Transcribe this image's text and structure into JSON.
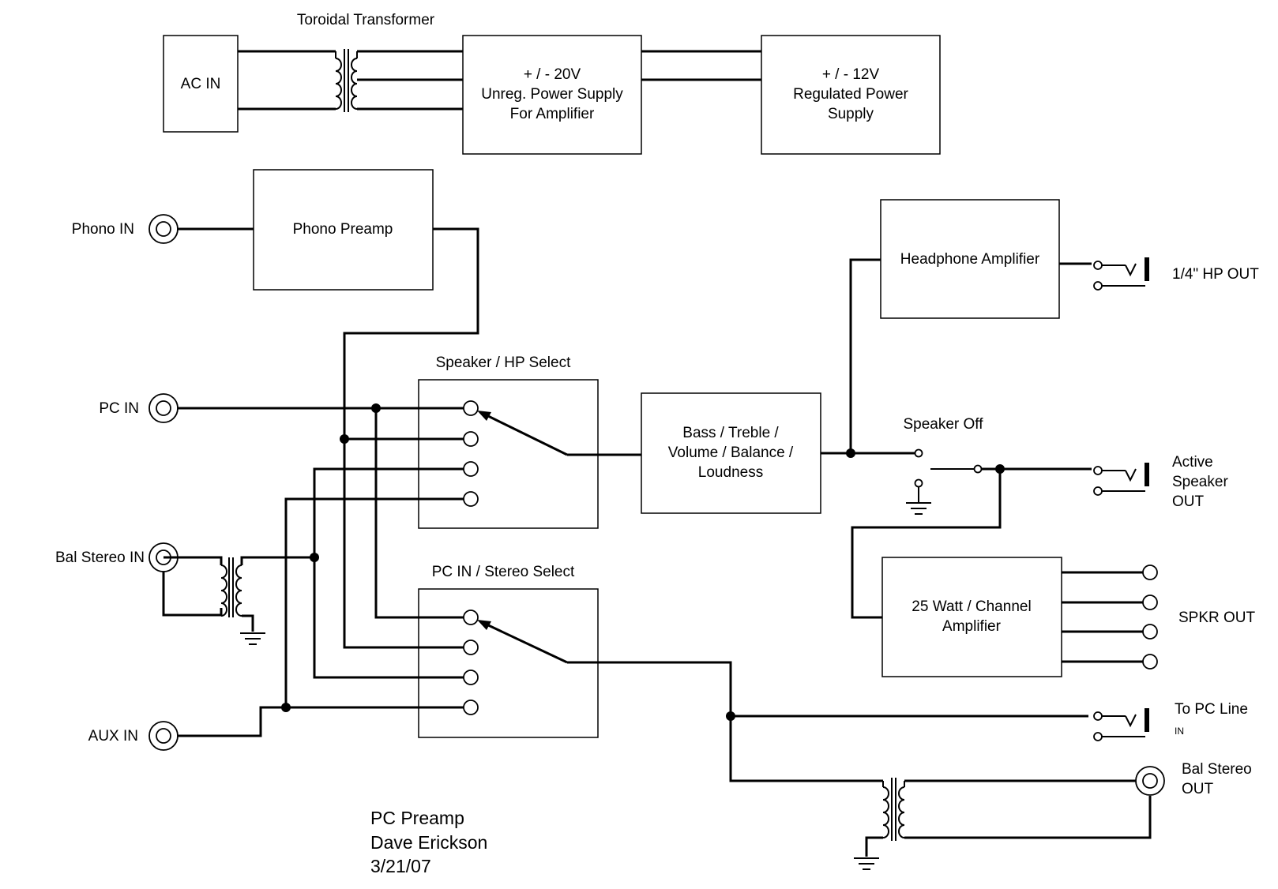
{
  "power": {
    "transformer_label": "Toroidal Transformer",
    "ac_in": "AC IN",
    "unreg": [
      "+ / -  20V",
      "Unreg. Power Supply",
      "For Amplifier"
    ],
    "reg": [
      "+ / -  12V",
      "Regulated Power",
      "Supply"
    ]
  },
  "inputs": {
    "phono": "Phono IN",
    "pc": "PC IN",
    "bal_stereo": "Bal Stereo IN",
    "aux": "AUX IN"
  },
  "blocks": {
    "phono_preamp": "Phono Preamp",
    "speaker_hp_select": "Speaker / HP Select",
    "pc_stereo_select": "PC IN / Stereo Select",
    "tone": [
      "Bass / Treble /",
      "Volume / Balance /",
      "Loudness"
    ],
    "headphone_amp": "Headphone Amplifier",
    "speaker_off": "Speaker Off",
    "power_amp": [
      "25 Watt / Channel",
      "Amplifier"
    ]
  },
  "outputs": {
    "hp_out": "1/4\" HP OUT",
    "active_speaker": [
      "Active",
      "Speaker",
      "OUT"
    ],
    "spkr_out": "SPKR OUT",
    "to_pc_line": "To PC Line",
    "to_pc_line_in": "IN",
    "bal_stereo_out": [
      "Bal Stereo",
      "OUT"
    ]
  },
  "credits": [
    "PC Preamp",
    "Dave Erickson",
    "3/21/07"
  ]
}
